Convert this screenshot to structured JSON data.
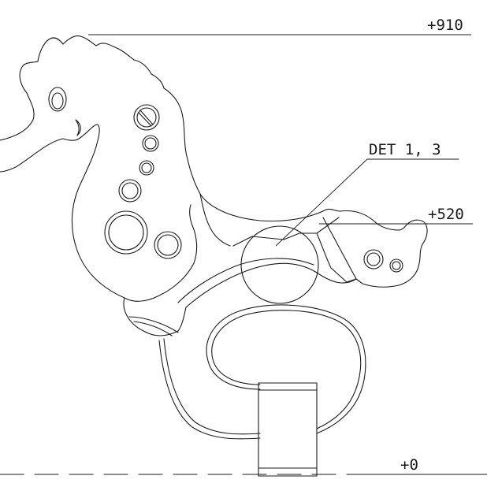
{
  "drawing": {
    "labels": {
      "top_elevation": "+910",
      "detail_ref": "DET 1, 3",
      "mid_elevation": "+520",
      "ground_elevation": "+0"
    },
    "colors": {
      "ink": "#1a1a1a",
      "paper": "#ffffff"
    }
  }
}
